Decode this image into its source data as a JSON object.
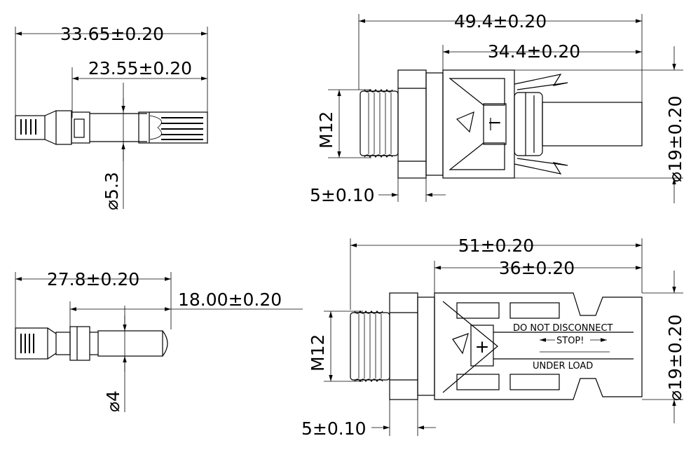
{
  "views": {
    "male_pin": {
      "length_total": "33.65±0.20",
      "length_body": "23.55±0.20",
      "diameter": "⌀5.3"
    },
    "male_connector": {
      "length_total": "49.4±0.20",
      "length_body": "34.4±0.20",
      "thread": "M12",
      "nut": "5±0.10",
      "diameter": "⌀19±0.20"
    },
    "female_pin": {
      "length_total": "27.8±0.20",
      "length_tip": "18.00±0.20",
      "diameter": "⌀4"
    },
    "female_connector": {
      "length_total": "51±0.20",
      "length_body": "36±0.20",
      "thread": "M12",
      "nut": "5±0.10",
      "diameter": "⌀19±0.20"
    }
  },
  "labels": {
    "warning_line1": "DO NOT DISCONNECT",
    "warning_line2": "STOP!",
    "warning_line3": "UNDER LOAD",
    "polarity_male": "−",
    "polarity_female": "+"
  }
}
